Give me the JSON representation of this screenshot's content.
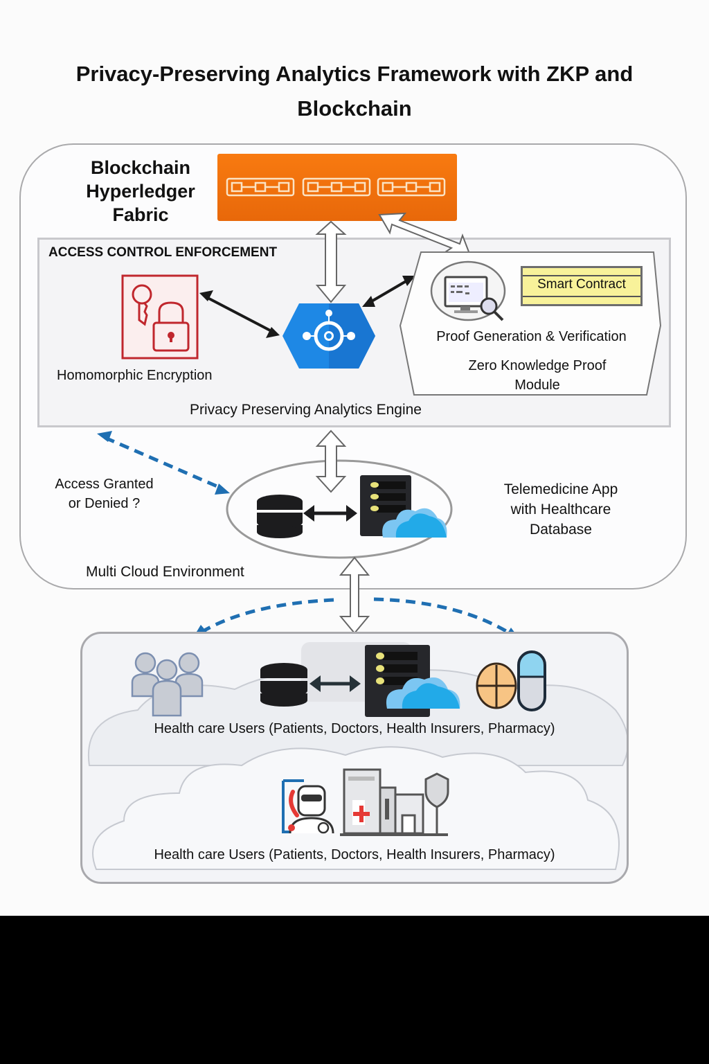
{
  "title": {
    "line1": "Privacy-Preserving Analytics Framework with ZKP and",
    "line2": "Blockchain"
  },
  "blockchain": {
    "label_lines": [
      "Blockchain",
      "Hyperledger",
      "Fabric"
    ],
    "icon": "chain-links-icon",
    "color": "#f07310"
  },
  "engine": {
    "section_label": "ACCESS CONTROL ENFORCEMENT",
    "title": "Privacy Preserving Analytics Engine",
    "homomorphic": {
      "label": "Homomorphic Encryption",
      "icon": "key-lock-icon",
      "color": "#c0272d"
    },
    "core_icon": "analytics-hexagon-icon",
    "core_color": "#1e88e5",
    "zkp_module": {
      "smart_contract": "Smart Contract",
      "proof_label": "Proof Generation & Verification",
      "module_lines": [
        "Zero Knowledge Proof",
        "Module"
      ],
      "icon": "monitor-search-icon"
    }
  },
  "access_note": {
    "lines": [
      "Access Granted",
      "or Denied ?"
    ]
  },
  "telemedicine": {
    "lines": [
      "Telemedicine App",
      "with Healthcare",
      "Database"
    ],
    "icons": [
      "database-icon",
      "server-icon",
      "cloud-icon"
    ]
  },
  "multi_cloud_label": "Multi Cloud Environment",
  "users": {
    "label_1": "Health care Users (Patients, Doctors, Health Insurers, Pharmacy)",
    "label_2": "Health care Users (Patients, Doctors, Health Insurers, Pharmacy)",
    "icons_row1": [
      "people-group-icon",
      "database-icon",
      "server-icon",
      "cloud-icon",
      "pills-icon"
    ],
    "icons_row2": [
      "telehealth-doctor-icon",
      "hospital-icon",
      "insurance-shield-icon"
    ]
  }
}
